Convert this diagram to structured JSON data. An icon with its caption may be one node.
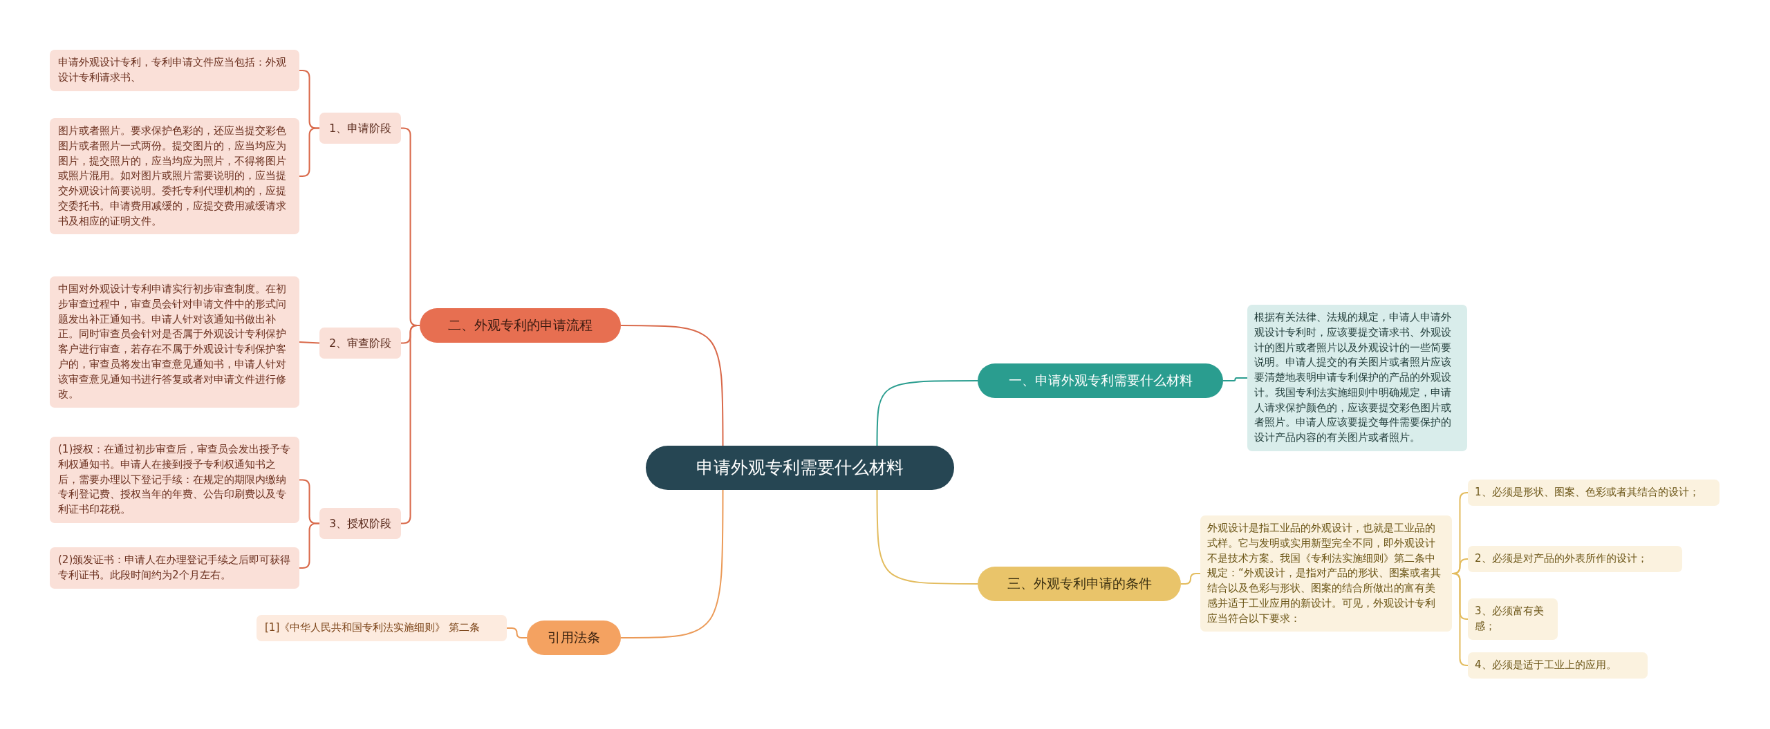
{
  "diagram": {
    "nodes": [
      {
        "text": [
          "申请外观专利需要什么材料"
        ]
      },
      {
        "text": [
          "一、申请外观专利需要什么材料"
        ]
      },
      {
        "text": [
          "根据有关法律、法规的规定，申请人申请外观设计专利时，应该要提交请求书、外观设计的图片或者照片以及外观设计的一些简要说明。申请人提交的有关图片或者照片应该要清楚地表明申请专利保护的产品的外观设计。我国专利法实施细则中明确规定，申请人请求保护颜色的，应该要提交彩色图片或者照片。申请人应该要提交每件需要保护的设计产品内容的有关图片或者照片。"
        ]
      },
      {
        "text": [
          "二、外观专利的申请流程"
        ]
      },
      {
        "text": [
          "1、申请阶段"
        ]
      },
      {
        "text": [
          "申请外观设计专利，专利申请文件应当包括：外观设计专利请求书、"
        ]
      },
      {
        "text": [
          "图片或者照片。要求保护色彩的，还应当提交彩色图片或者照片一式两份。提交图片的，应当均应为图片，提交照片的，应当均应为照片，不得将图片或照片混用。如对图片或照片需要说明的，应当提交外观设计简要说明。委托专利代理机构的，应提交委托书。申请费用减缓的，应提交费用减缓请求书及相应的证明文件。"
        ]
      },
      {
        "text": [
          "2、审查阶段"
        ]
      },
      {
        "text": [
          "中国对外观设计专利申请实行初步审查制度。在初步审查过程中，审查员会针对申请文件中的形式问题发出补正通知书。申请人针对该通知书做出补正。同时审查员会针对是否属于外观设计专利保护客户进行审查，若存在不属于外观设计专利保护客户的，审查员将发出审查意见通知书，申请人针对该审查意见通知书进行答复或者对申请文件进行修改。"
        ]
      },
      {
        "text": [
          "3、授权阶段"
        ]
      },
      {
        "text": [
          "(1)授权：在通过初步审查后，审查员会发出授予专利权通知书。申请人在接到授予专利权通知书之后，需要办理以下登记手续：在规定的期限内缴纳专利登记费、授权当年的年费、公告印刷费以及专利证书印花税。"
        ]
      },
      {
        "text": [
          "(2)颁发证书：申请人在办理登记手续之后即可获得专利证书。此段时间约为2个月左右。"
        ]
      },
      {
        "text": [
          "三、外观专利申请的条件"
        ]
      },
      {
        "text": [
          "外观设计是指工业品的外观设计，也就是工业品的式样。它与发明或实用新型完全不同，即外观设计不是技术方案。我国《专利法实施细则》第二条中规定：“外观设计，是指对产品的形状、图案或者其结合以及色彩与形状、图案的结合所做出的富有美感并适于工业应用的新设计。可见，外观设计专利应当符合以下要求："
        ]
      },
      {
        "text": [
          "1、必须是形状、图案、色彩或者其结合的设计；"
        ]
      },
      {
        "text": [
          "2、必须是对产品的外表所作的设计；"
        ]
      },
      {
        "text": [
          "3、必须富有美感；"
        ]
      },
      {
        "text": [
          "4、必须是适于工业上的应用。"
        ]
      },
      {
        "text": [
          "引用法条"
        ]
      },
      {
        "text": [
          "[1]《中华人民共和国专利法实施细则》 第二条"
        ]
      }
    ],
    "edges": [
      {
        "from": 0,
        "to": 1,
        "arrow": "none",
        "color": "#2a9d8f"
      },
      {
        "from": 1,
        "to": 2,
        "arrow": "none",
        "color": "#2a9d8f"
      },
      {
        "from": 0,
        "to": 3,
        "arrow": "none"
      },
      {
        "from": 3,
        "to": 4,
        "arrow": "none"
      },
      {
        "from": 4,
        "to": 5,
        "arrow": "none"
      },
      {
        "from": 4,
        "to": 6,
        "arrow": "none"
      },
      {
        "from": 3,
        "to": 7,
        "arrow": "none"
      },
      {
        "from": 7,
        "to": 8,
        "arrow": "none"
      },
      {
        "from": 3,
        "to": 9,
        "arrow": "none"
      },
      {
        "from": 9,
        "to": 10,
        "arrow": "none"
      },
      {
        "from": 9,
        "to": 11,
        "arrow": "none"
      },
      {
        "from": 0,
        "to": 12,
        "arrow": "none",
        "color": "#e3bc5e"
      },
      {
        "from": 12,
        "to": 13,
        "arrow": "none",
        "color": "#e3bc5e"
      },
      {
        "from": 13,
        "to": 14,
        "arrow": "none",
        "color": "#e3bc5e"
      },
      {
        "from": 13,
        "to": 15,
        "arrow": "none",
        "color": "#e3bc5e"
      },
      {
        "from": 13,
        "to": 16,
        "arrow": "none",
        "color": "#e3bc5e"
      },
      {
        "from": 13,
        "to": 17,
        "arrow": "none",
        "color": "#e3bc5e"
      },
      {
        "from": 0,
        "to": 18,
        "arrow": "none",
        "color": "#eb9a57"
      },
      {
        "from": 18,
        "to": 19,
        "arrow": "none",
        "color": "#eb9a57"
      }
    ]
  }
}
